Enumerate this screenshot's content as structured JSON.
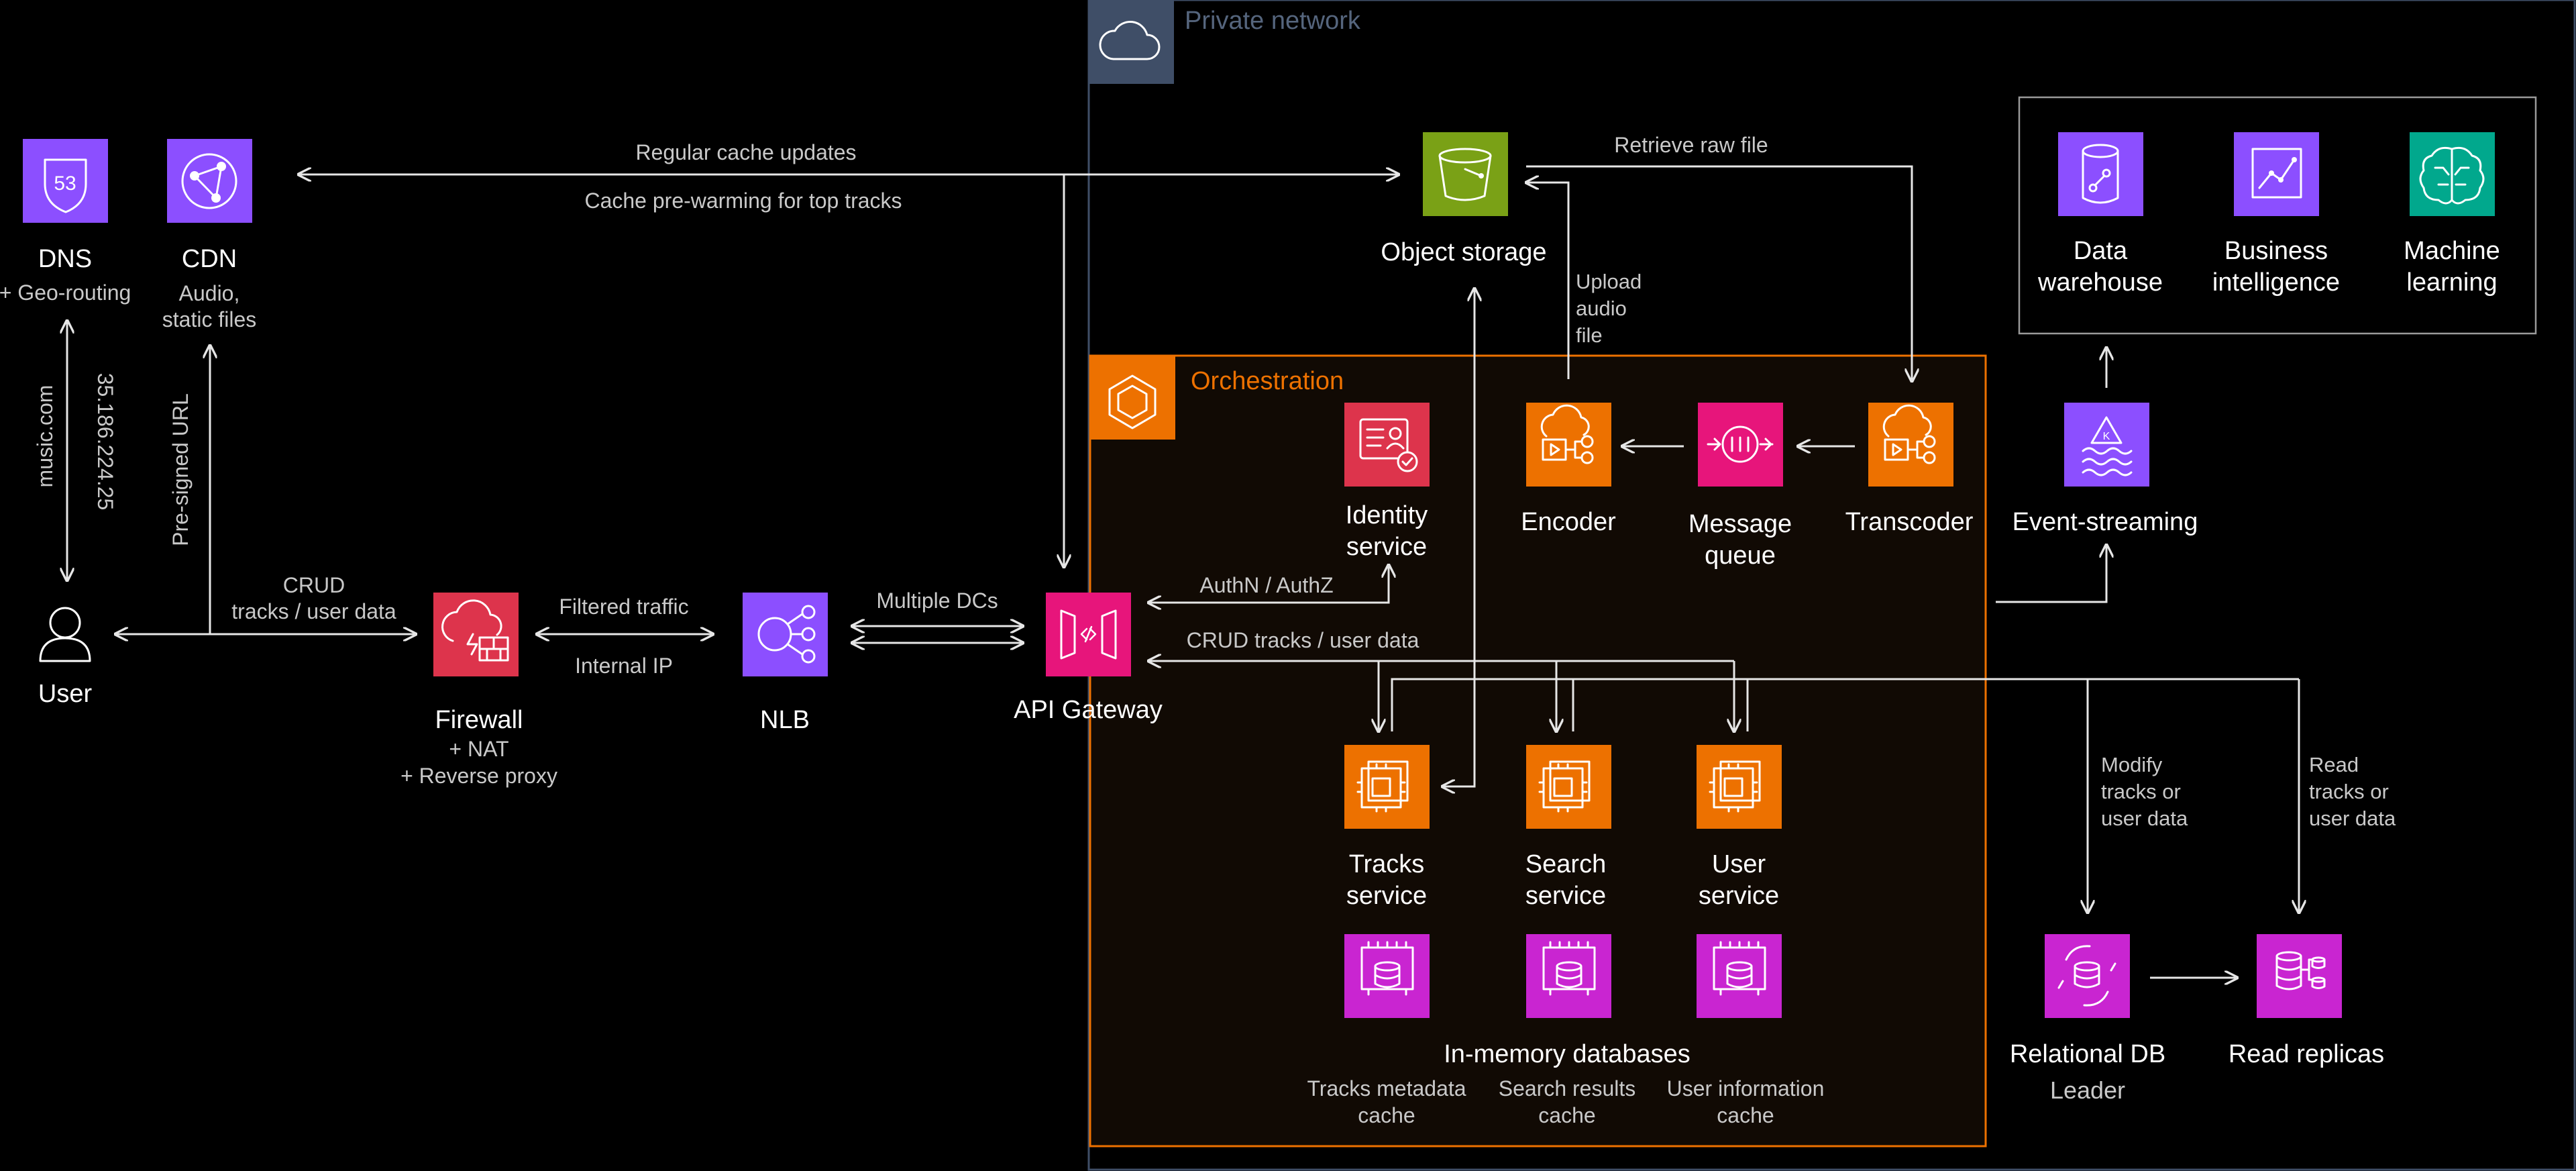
{
  "colors": {
    "purple": "#8c4fff",
    "pink": "#e7157b",
    "orange": "#ed7100",
    "red": "#dd344c",
    "green": "#7aa116",
    "magenta": "#c925d1",
    "teal": "#01a88d",
    "orchestration_border": "#ed7100",
    "private_network_border": "#3f4e67"
  },
  "groups": {
    "private_network": "Private network",
    "orchestration": "Orchestration"
  },
  "nodes": {
    "dns": {
      "label": "DNS",
      "sub": "+ Geo-routing",
      "icon": "route53-icon"
    },
    "cdn": {
      "label": "CDN",
      "sub1": "Audio,",
      "sub2": "static files",
      "icon": "cloudfront-icon"
    },
    "user": {
      "label": "User",
      "icon": "user-icon"
    },
    "firewall": {
      "label": "Firewall",
      "sub1": "+ NAT",
      "sub2": "+ Reverse proxy",
      "icon": "firewall-icon"
    },
    "nlb": {
      "label": "NLB",
      "icon": "load-balancer-icon"
    },
    "api_gateway": {
      "label": "API Gateway",
      "icon": "api-gateway-icon"
    },
    "object_storage": {
      "label": "Object storage",
      "icon": "bucket-icon"
    },
    "identity": {
      "label1": "Identity",
      "label2": "service",
      "icon": "identity-icon"
    },
    "encoder": {
      "label": "Encoder",
      "icon": "encoder-icon"
    },
    "message_queue": {
      "label1": "Message",
      "label2": "queue",
      "icon": "queue-icon"
    },
    "transcoder": {
      "label": "Transcoder",
      "icon": "transcoder-icon"
    },
    "tracks": {
      "label1": "Tracks",
      "label2": "service",
      "icon": "chip-icon"
    },
    "search": {
      "label1": "Search",
      "label2": "service",
      "icon": "chip-icon"
    },
    "user_service": {
      "label1": "User",
      "label2": "service",
      "icon": "chip-icon"
    },
    "inmemory": {
      "label": "In-memory databases",
      "caches": [
        {
          "line1": "Tracks metadata",
          "line2": "cache"
        },
        {
          "line1": "Search results",
          "line2": "cache"
        },
        {
          "line1": "User information",
          "line2": "cache"
        }
      ],
      "icon": "memory-db-icon"
    },
    "data_warehouse": {
      "label1": "Data",
      "label2": "warehouse",
      "icon": "data-warehouse-icon"
    },
    "business_intelligence": {
      "label1": "Business",
      "label2": "intelligence",
      "icon": "bi-chart-icon"
    },
    "machine_learning": {
      "label1": "Machine",
      "label2": "learning",
      "icon": "brain-icon"
    },
    "event_streaming": {
      "label": "Event-streaming",
      "icon": "stream-icon"
    },
    "relational_db": {
      "label": "Relational DB",
      "sub": "Leader",
      "icon": "database-icon"
    },
    "read_replicas": {
      "label": "Read replicas",
      "icon": "replicas-icon"
    }
  },
  "edges": {
    "regular_cache_updates": "Regular cache updates",
    "cache_prewarming": "Cache pre-warming for top tracks",
    "retrieve_raw_file": "Retrieve raw file",
    "upload_audio_file": [
      "Upload",
      "audio",
      "file"
    ],
    "music_com": "music.com",
    "ip_address": "35.186.224.25",
    "pre_signed_url": "Pre-signed URL",
    "crud_user": [
      "CRUD",
      "tracks / user data"
    ],
    "filtered_traffic": "Filtered traffic",
    "internal_ip": "Internal IP",
    "multiple_dcs": "Multiple DCs",
    "authn_authz": "AuthN / AuthZ",
    "crud_api": "CRUD tracks / user data",
    "modify_tracks": [
      "Modify",
      "tracks or",
      "user data"
    ],
    "read_tracks": [
      "Read",
      "tracks or",
      "user data"
    ]
  }
}
